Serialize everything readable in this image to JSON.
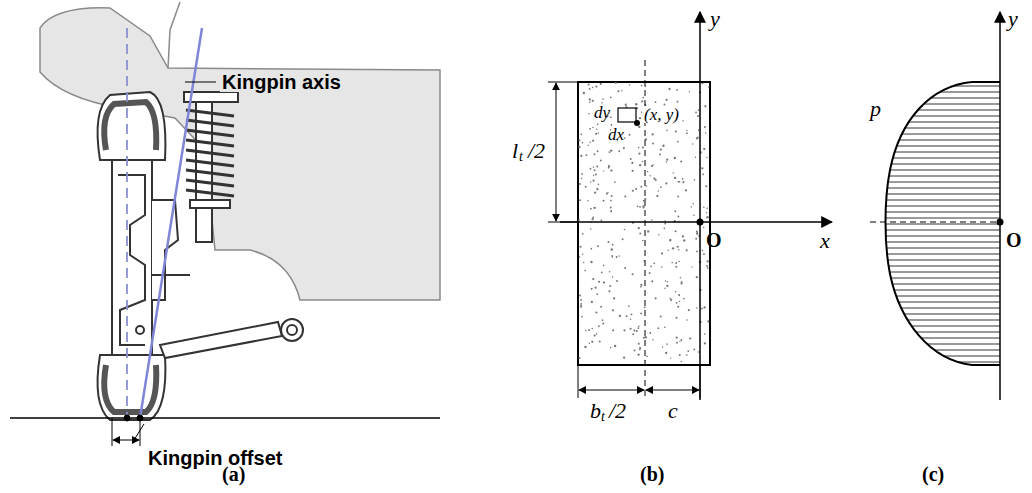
{
  "diagram": {
    "labels": [
      "Kingpin axis",
      "Kingpin offset",
      "(a)",
      "y",
      "l",
      "t",
      "/2",
      "dy",
      "dx",
      "(x, y)",
      "x",
      "O",
      "b",
      "t",
      "/2",
      "c",
      "(b)",
      "p",
      "y",
      "O",
      "(c)"
    ]
  }
}
